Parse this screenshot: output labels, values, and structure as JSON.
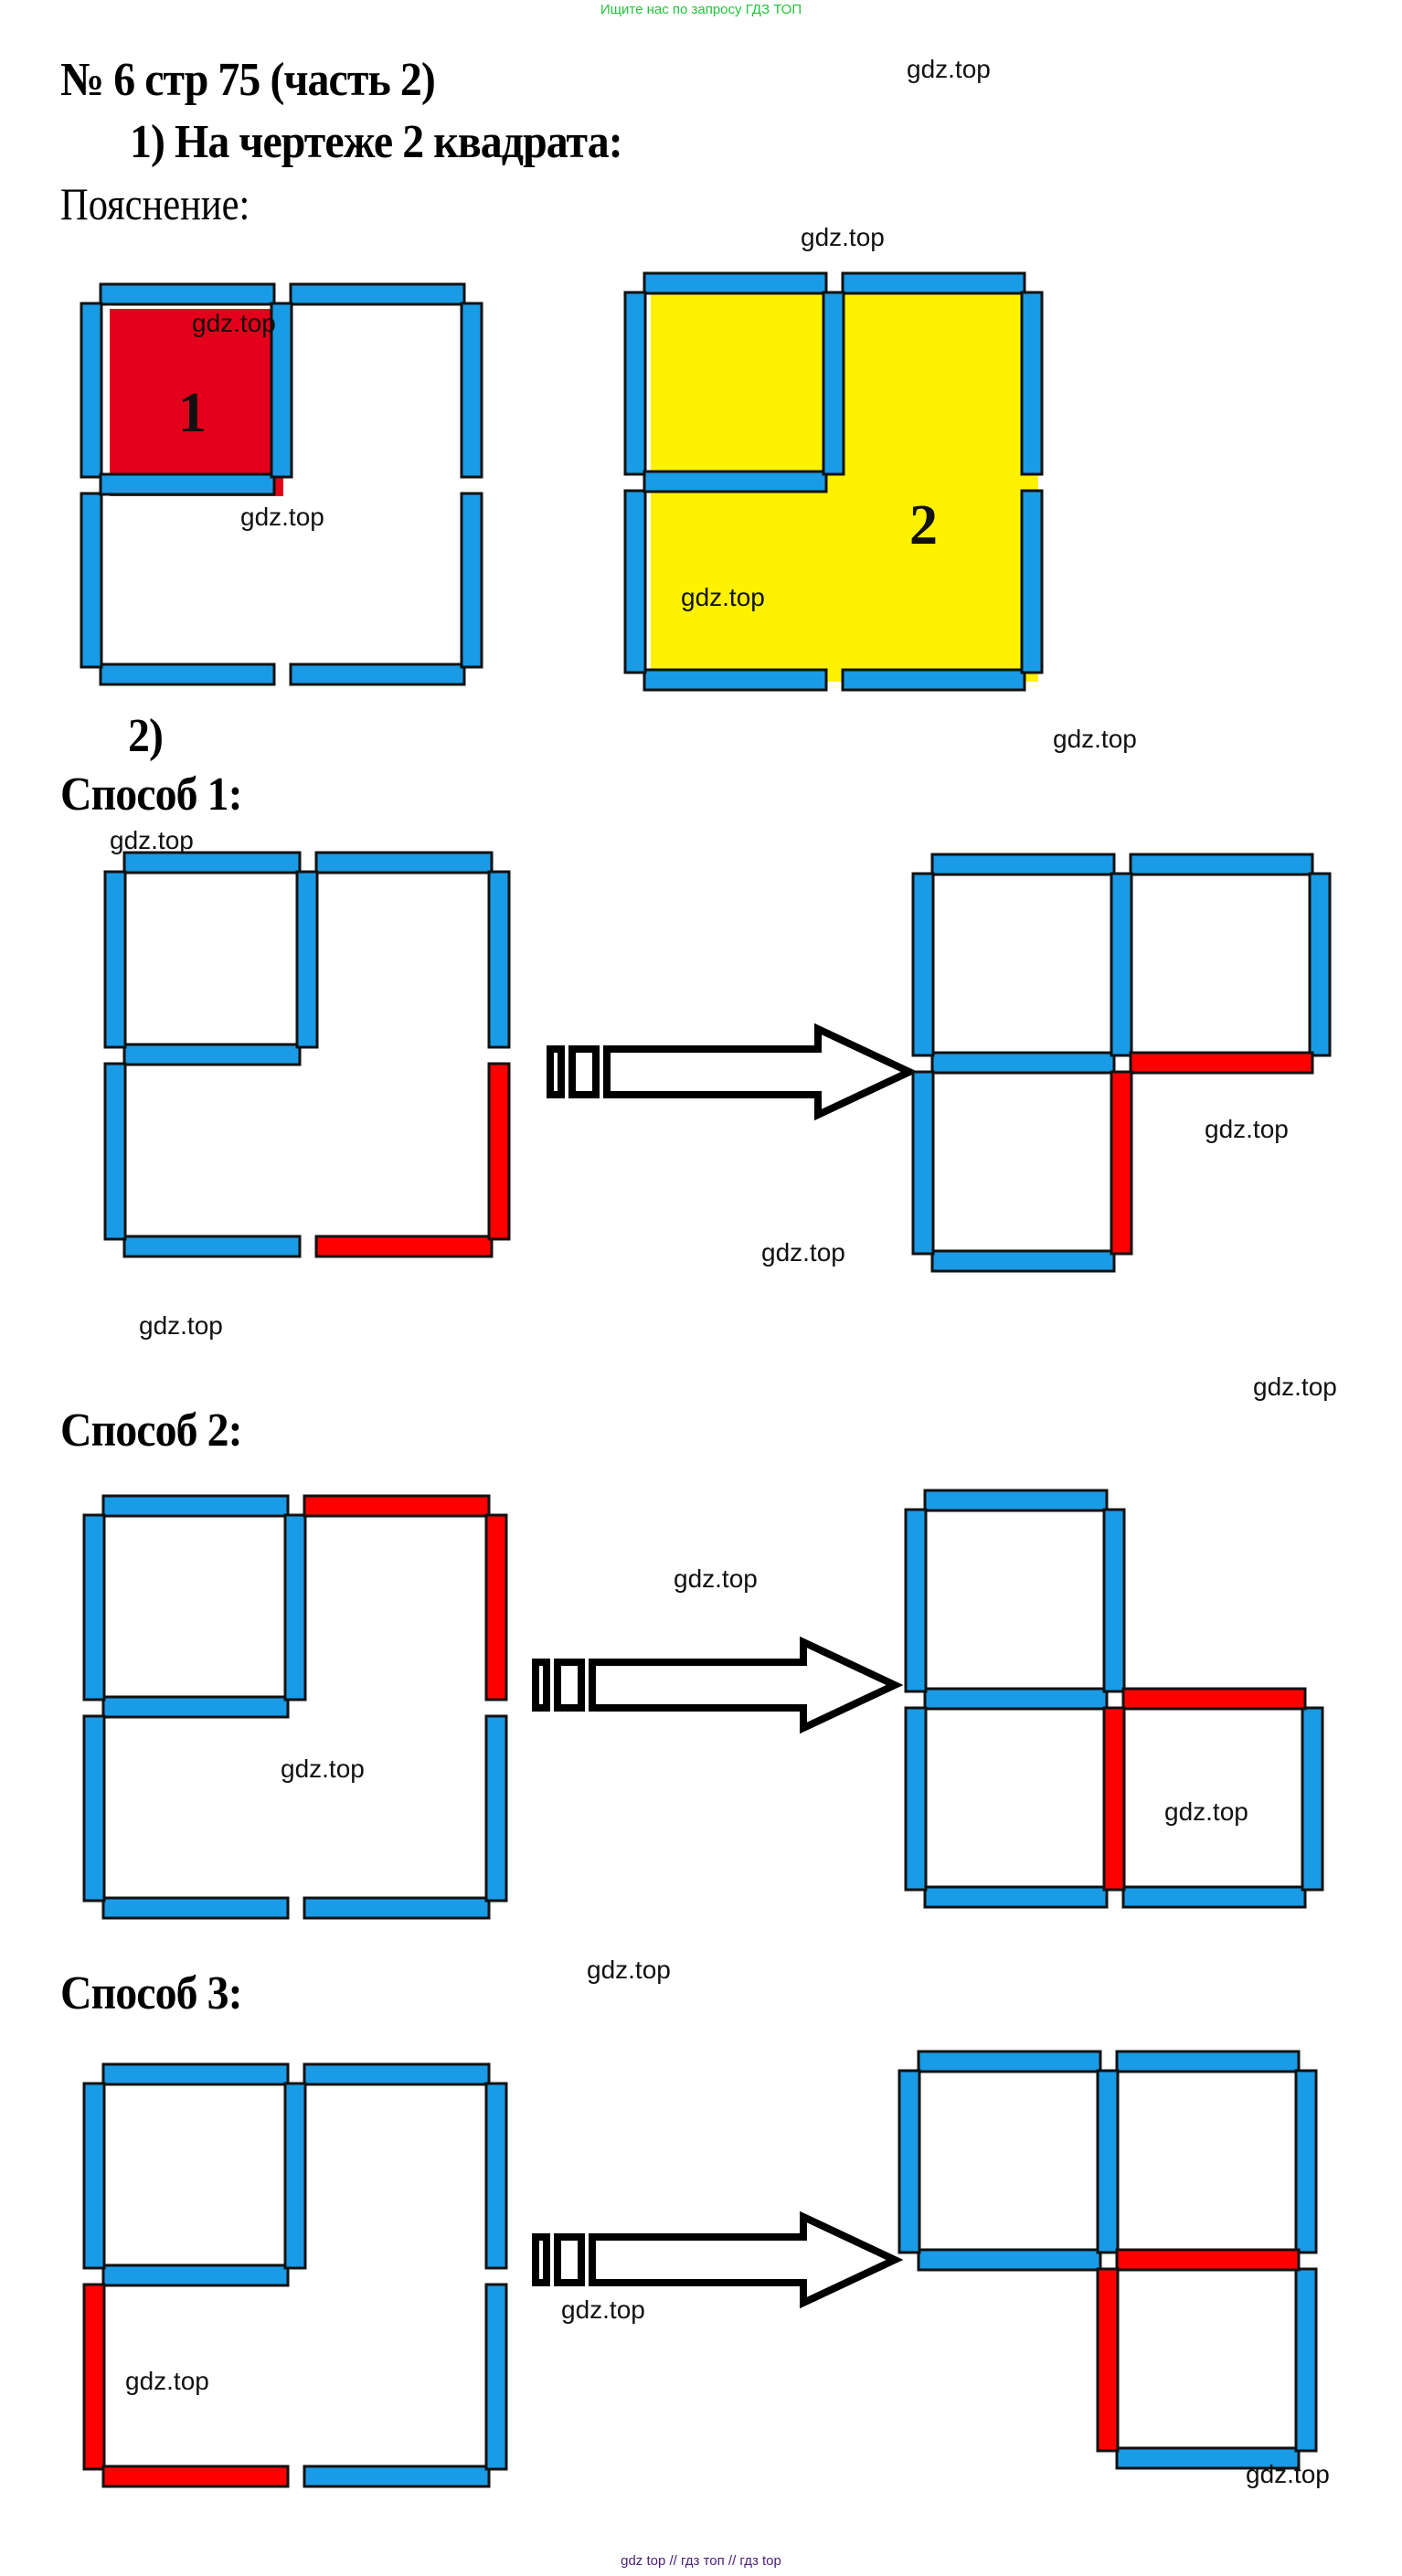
{
  "banner": "Ищите нас по запросу ГДЗ ТОП",
  "footer": "gdz top  //  гдз топ  //  гдз top",
  "title": "№ 6 стр 75 (часть 2)",
  "part1": {
    "heading": "1)  На чертеже 2 квадрата:",
    "explanation_label": "Пояснение:",
    "square1_label": "1",
    "square2_label": "2"
  },
  "part2": {
    "heading": "2)",
    "methods": [
      {
        "title": "Способ 1:"
      },
      {
        "title": "Способ 2:"
      },
      {
        "title": "Способ 3:"
      }
    ]
  },
  "watermark": "gdz.top",
  "colors": {
    "stick": "#1a9be6",
    "moved_stick": "#ff0000",
    "square1_fill": "#e2001a",
    "square2_fill": "#fff200",
    "banner": "#22c33a",
    "footer": "#4b1f7a"
  },
  "figures": {
    "original": [
      "h0c0",
      "h0c1",
      "h2c0",
      "h2c1",
      "v0c0",
      "v1c0",
      "v0c2",
      "v1c2",
      "h1c0",
      "v0c1"
    ],
    "method1_before": {
      "sticks": [
        "h0c0",
        "h0c1",
        "h1c0",
        "h2c0",
        "v0c0",
        "v0c1",
        "v0c2",
        "v1c0"
      ],
      "moved": [
        "h2c1",
        "v1c2"
      ]
    },
    "method1_after": {
      "sticks": [
        "h0c0",
        "h0c1",
        "h1c0",
        "h2c0",
        "v0c0",
        "v0c1",
        "v0c2",
        "v1c0"
      ],
      "moved": [
        "h1c1",
        "v1c1"
      ]
    },
    "method2_before": {
      "sticks": [
        "h0c0",
        "h1c0",
        "h2c0",
        "h2c1",
        "v0c0",
        "v0c1",
        "v1c0",
        "v1c2"
      ],
      "moved": [
        "h0c1",
        "v0c2"
      ]
    },
    "method2_after": {
      "sticks": [
        "h0c0",
        "h1c0",
        "h2c0",
        "h2c1",
        "v0c0",
        "v0c1",
        "v1c0",
        "v1c2"
      ],
      "moved": [
        "h1c1",
        "v1c1"
      ]
    },
    "method3_before": {
      "sticks": [
        "h0c0",
        "h0c1",
        "h1c0",
        "h2c1",
        "v0c0",
        "v0c1",
        "v0c2",
        "v1c2"
      ],
      "moved": [
        "v1c0",
        "h2c0"
      ]
    },
    "method3_after": {
      "sticks": [
        "h0c0",
        "h0c1",
        "h1c0",
        "h2c1",
        "v0c0",
        "v0c1",
        "v0c2",
        "v1c2"
      ],
      "moved": [
        "h1c1",
        "v1c1"
      ]
    }
  }
}
